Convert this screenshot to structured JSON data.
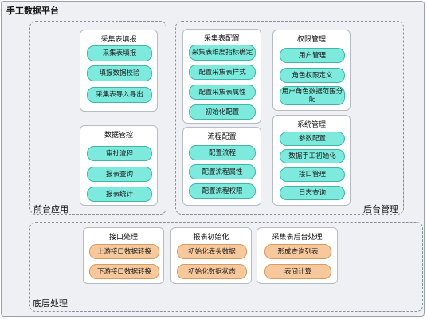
{
  "platform": {
    "title": "手工数据平台"
  },
  "zones": {
    "frontend": {
      "label": "前台应用"
    },
    "backend": {
      "label": "后台管理"
    },
    "base": {
      "label": "底层处理"
    }
  },
  "groups": {
    "collect_fill": {
      "title": "采集表填报",
      "items": [
        "采集表填报",
        "填报数据校验",
        "采集表导入导出"
      ]
    },
    "data_control": {
      "title": "数据管控",
      "items": [
        "审批流程",
        "报表查询",
        "报表统计"
      ]
    },
    "collect_config": {
      "title": "采集表配置",
      "items": [
        "采集表维度指标确定",
        "配置采集表样式",
        "配置采集表属性",
        "初始化配置"
      ]
    },
    "flow_config": {
      "title": "流程配置",
      "items": [
        "配置流程",
        "配置流程属性",
        "配置流程权限"
      ]
    },
    "permission": {
      "title": "权限管理",
      "items": [
        "用户管理",
        "角色权限定义",
        "用户角色数据范围分配"
      ]
    },
    "system": {
      "title": "系统管理",
      "items": [
        "参数配置",
        "数据手工初始化",
        "接口管理",
        "日志查询"
      ]
    },
    "interface": {
      "title": "接口处理",
      "items": [
        "上游接口数据转换",
        "下游接口数据转换"
      ]
    },
    "report_init": {
      "title": "报表初始化",
      "items": [
        "初始化表头数据",
        "初始化数据状态"
      ]
    },
    "collect_backend": {
      "title": "采集表后台处理",
      "items": [
        "形成查询列表",
        "表间计算"
      ]
    }
  }
}
